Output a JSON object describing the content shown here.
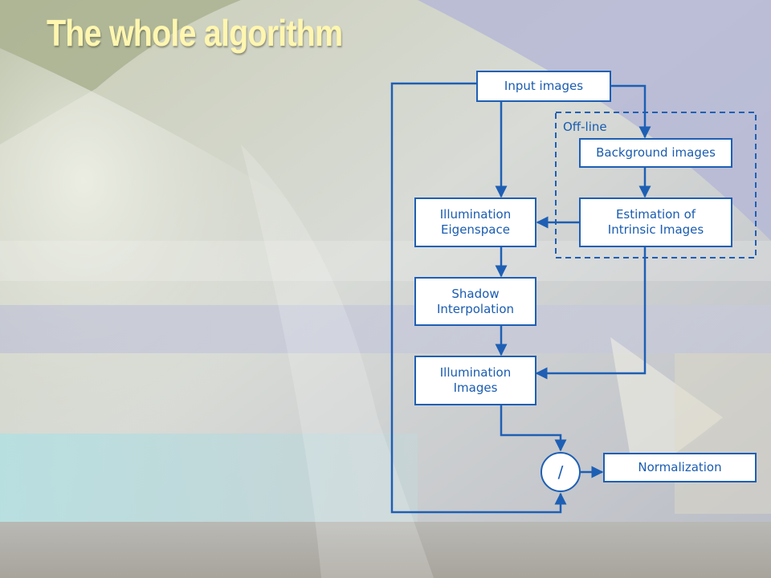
{
  "slide": {
    "title": "The whole algorithm"
  },
  "diagram": {
    "nodes": {
      "input_images": "Input images",
      "background_images": "Background images",
      "illumination_eigenspace": "Illumination\nEigenspace",
      "estimation_intrinsic": "Estimation of\nIntrinsic Images",
      "shadow_interpolation": "Shadow\nInterpolation",
      "illumination_images": "Illumination\nImages",
      "divide_operator": "/",
      "normalization": "Normalization"
    },
    "offline_group_label": "Off-line"
  },
  "colors": {
    "box_border": "#1e5fb4",
    "text": "#1a5cb0",
    "title": "#fff6b0"
  }
}
